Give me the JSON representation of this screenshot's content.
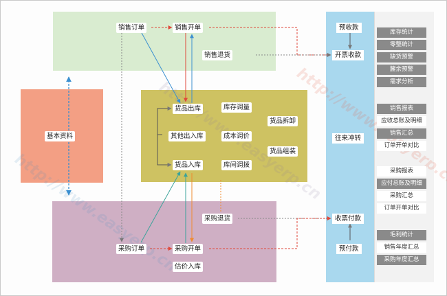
{
  "sales": {
    "order": "销售订单",
    "invoice": "销售开单",
    "return": "销售退货"
  },
  "master": {
    "base": "基本资料"
  },
  "inventory": {
    "outbound": "货品出库",
    "adjust": "库存调量",
    "disassemble": "货品拆卸",
    "other_io": "其他出入库",
    "cost_adjust": "成本调价",
    "assemble": "货品组装",
    "inbound": "货品入库",
    "transfer": "库间调拨"
  },
  "purchase": {
    "return": "采购退货",
    "order": "采购订单",
    "invoice": "采购开单",
    "estimate": "估价入库"
  },
  "finance": {
    "advance_receipt": "预收款",
    "invoice_receipt": "开票收款",
    "offset": "往来冲转",
    "payment": "收票付款",
    "advance_payment": "预付款"
  },
  "reports": [
    {
      "label": "库存统计",
      "style": "dark"
    },
    {
      "label": "零整统计",
      "style": "dark"
    },
    {
      "label": "缺货预警",
      "style": "dark"
    },
    {
      "label": "臃余预警",
      "style": "dark"
    },
    {
      "label": "需求分析",
      "style": "dark"
    },
    {
      "label": "销售报表",
      "style": "dark"
    },
    {
      "label": "应收总账及明细",
      "style": "light"
    },
    {
      "label": "销售汇总",
      "style": "dark"
    },
    {
      "label": "订单开单对比",
      "style": "light"
    },
    {
      "label": "采购报表",
      "style": "light"
    },
    {
      "label": "应付总账及明细",
      "style": "dark"
    },
    {
      "label": "采购汇总",
      "style": "light"
    },
    {
      "label": "订单开单对比",
      "style": "light"
    },
    {
      "label": "毛利统计",
      "style": "dark"
    },
    {
      "label": "销售年度汇总",
      "style": "light"
    },
    {
      "label": "采购年度汇总",
      "style": "dark"
    }
  ],
  "watermark": "http://www.easyerp.cn",
  "colors": {
    "sales_region": "#d9ecd0",
    "base_region": "#f39f84",
    "inventory_region": "#cec262",
    "purchase_region": "#cfafc4",
    "finance_column": "#a9d8ee",
    "arrow_red": "#e0483a",
    "arrow_blue": "#3a8fd0",
    "arrow_teal": "#3aa39a",
    "arrow_orange": "#f08a2e",
    "arrow_gray": "#888888"
  }
}
